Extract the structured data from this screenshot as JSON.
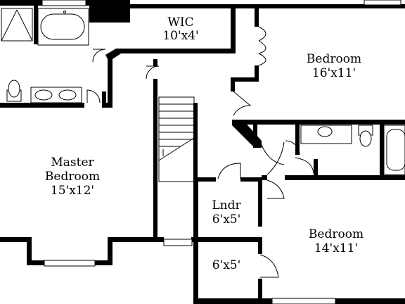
{
  "rooms": {
    "wic": {
      "name": "WIC",
      "size": "10'x4'"
    },
    "bedroom_top": {
      "name": "Bedroom",
      "size": "16'x11'"
    },
    "master": {
      "name_line1": "Master",
      "name_line2": "Bedroom",
      "size": "15'x12'"
    },
    "laundry": {
      "name": "Lndr",
      "size": "6'x5'"
    },
    "small_room": {
      "size": "6'x5'"
    },
    "bedroom_bottom": {
      "name": "Bedroom",
      "size": "14'x11'"
    }
  },
  "colors": {
    "wall": "#000000",
    "background": "#ffffff"
  }
}
